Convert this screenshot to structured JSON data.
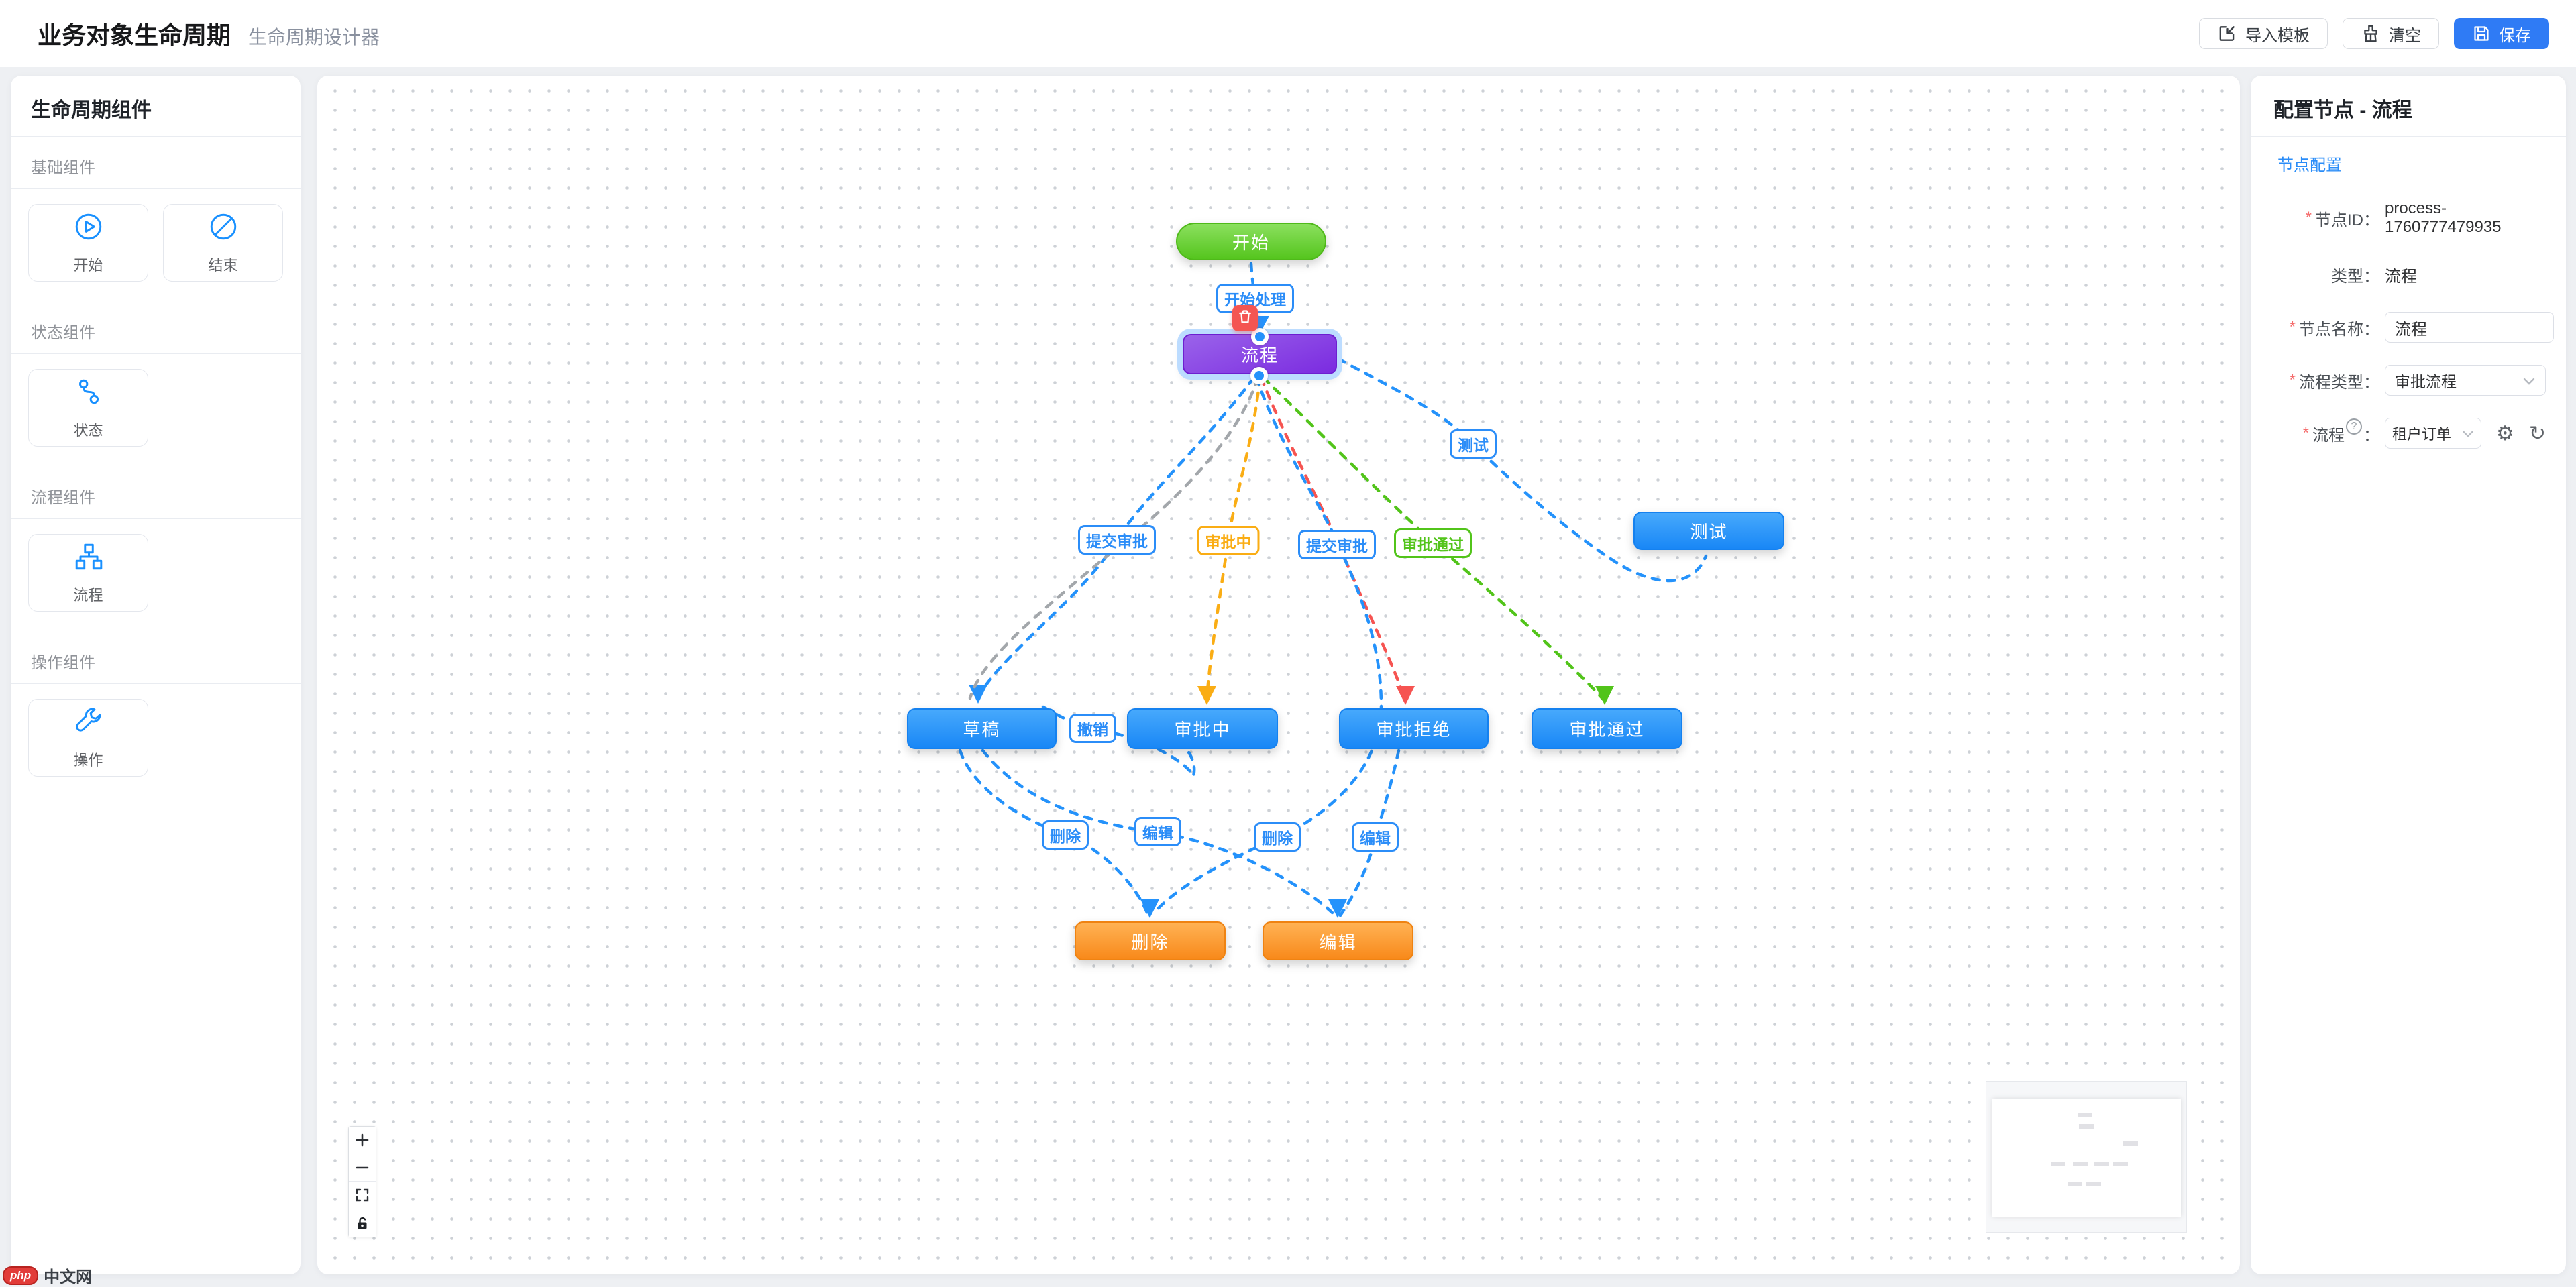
{
  "header": {
    "title": "业务对象生命周期",
    "subtitle": "生命周期设计器",
    "buttons": {
      "import": "导入模板",
      "clear": "清空",
      "save": "保存"
    }
  },
  "sidebar": {
    "title": "生命周期组件",
    "sections": [
      {
        "label": "基础组件",
        "items": [
          {
            "label": "开始",
            "icon": "play-circle-icon"
          },
          {
            "label": "结束",
            "icon": "ban-icon"
          }
        ]
      },
      {
        "label": "状态组件",
        "items": [
          {
            "label": "状态",
            "icon": "state-branch-icon"
          }
        ]
      },
      {
        "label": "流程组件",
        "items": [
          {
            "label": "流程",
            "icon": "sitemap-icon"
          }
        ]
      },
      {
        "label": "操作组件",
        "items": [
          {
            "label": "操作",
            "icon": "wrench-icon"
          }
        ]
      }
    ]
  },
  "canvas": {
    "nodes": {
      "start": {
        "label": "开始",
        "type": "start"
      },
      "process": {
        "label": "流程",
        "type": "process",
        "selected": true
      },
      "test": {
        "label": "测试",
        "type": "state"
      },
      "draft": {
        "label": "草稿",
        "type": "state"
      },
      "approving": {
        "label": "审批中",
        "type": "state"
      },
      "rejected": {
        "label": "审批拒绝",
        "type": "state"
      },
      "approved": {
        "label": "审批通过",
        "type": "state"
      },
      "delete": {
        "label": "删除",
        "type": "operation"
      },
      "edit": {
        "label": "编辑",
        "type": "operation"
      }
    },
    "edge_labels": [
      {
        "text": "开始处理",
        "color": "#2b8df8"
      },
      {
        "text": "提交审批",
        "color": "#2b8df8"
      },
      {
        "text": "审批中",
        "color": "#faad14"
      },
      {
        "text": "提交审批",
        "color": "#2b8df8"
      },
      {
        "text": "审批通过",
        "color": "#52c41a"
      },
      {
        "text": "测试",
        "color": "#2b8df8"
      },
      {
        "text": "撤销",
        "color": "#2b8df8"
      },
      {
        "text": "删除",
        "color": "#2b8df8"
      },
      {
        "text": "编辑",
        "color": "#2b8df8"
      },
      {
        "text": "删除",
        "color": "#2b8df8"
      },
      {
        "text": "编辑",
        "color": "#2b8df8"
      }
    ],
    "edge_colors": {
      "blue": "#2492fb",
      "orange": "#faad14",
      "red": "#f65451",
      "green": "#52c41a",
      "gray": "#a3a7ab"
    }
  },
  "config": {
    "title": "配置节点 - 流程",
    "tab": "节点配置",
    "colon": "：",
    "required_mark": "*",
    "help_glyph": "?",
    "gear_glyph": "⚙",
    "refresh_glyph": "↻",
    "fields": {
      "node_id_label": "节点ID",
      "node_id_value": "process-1760777479935",
      "type_label": "类型",
      "type_value": "流程",
      "name_label": "节点名称",
      "name_value": "流程",
      "flow_type_label": "流程类型",
      "flow_type_value": "审批流程",
      "flow_label": "流程",
      "flow_value": "租户订单"
    }
  },
  "watermark": {
    "logo": "php",
    "text": "中文网"
  }
}
